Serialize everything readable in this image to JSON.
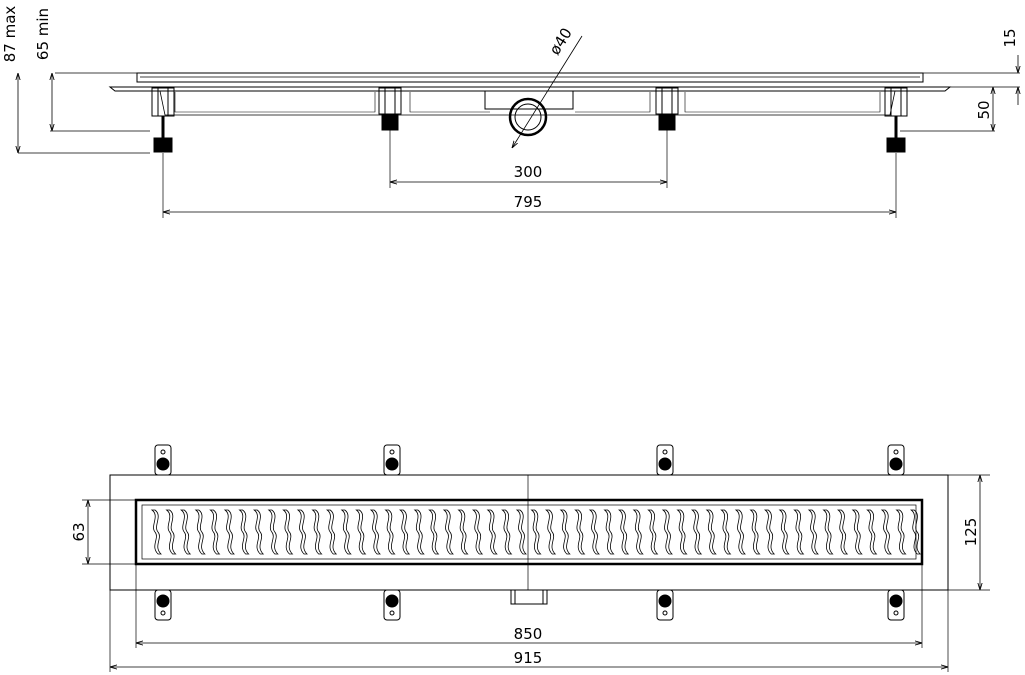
{
  "side_view": {
    "dim_height_max": "87 max",
    "dim_height_min": "65 min",
    "dim_pipe_diameter": "ø40",
    "dim_top_height": "15",
    "dim_side_height": "50",
    "dim_inner_spacing": "300",
    "dim_outer_spacing": "795"
  },
  "top_view": {
    "dim_grate_width": "63",
    "dim_body_width": "125",
    "dim_grate_length": "850",
    "dim_body_length": "915"
  },
  "colors": {
    "line": "#000000",
    "background": "#ffffff"
  }
}
